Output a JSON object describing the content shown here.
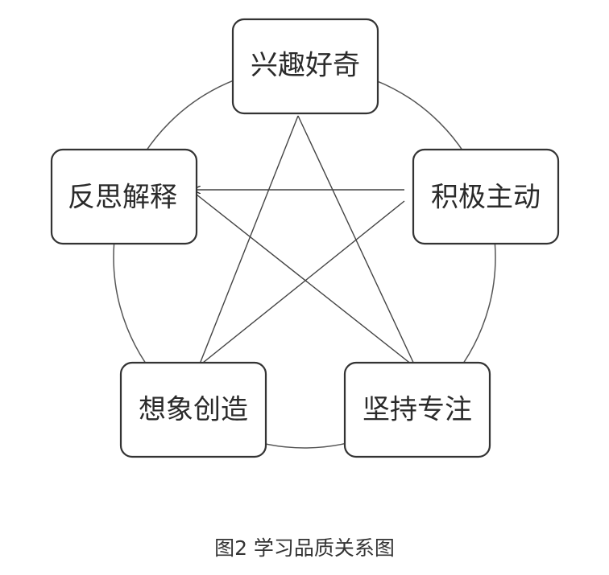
{
  "nodes": [
    {
      "id": "interest",
      "label": "兴趣好奇"
    },
    {
      "id": "initiative",
      "label": "积极主动"
    },
    {
      "id": "persistence",
      "label": "坚持专注"
    },
    {
      "id": "creativity",
      "label": "想象创造"
    },
    {
      "id": "reflection",
      "label": "反思解释"
    }
  ],
  "edges": [
    {
      "from": "interest",
      "to": "persistence"
    },
    {
      "from": "interest",
      "to": "creativity"
    },
    {
      "from": "initiative",
      "to": "reflection",
      "arrow": true
    },
    {
      "from": "initiative",
      "to": "creativity"
    },
    {
      "from": "reflection",
      "to": "persistence"
    }
  ],
  "caption": "图2  学习品质关系图"
}
